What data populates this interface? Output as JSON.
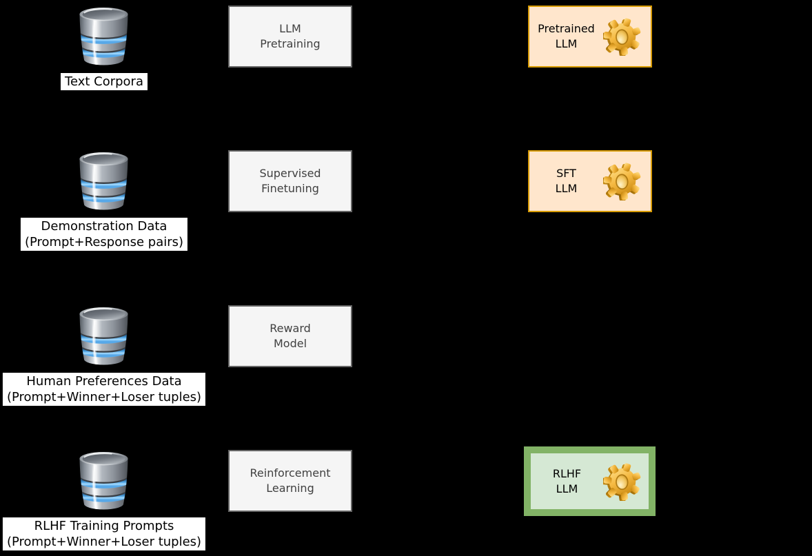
{
  "diagram_name": "RLHF LLM training pipeline",
  "palette": {
    "background": "#000000",
    "process_box_fill": "#f5f5f5",
    "process_box_border": "#666666",
    "model_box_orange_fill": "#ffe6cc",
    "model_box_orange_border": "#d79b00",
    "model_box_green_fill": "#d5e8d4",
    "model_box_green_border": "#82b366",
    "dataset_label_background": "#ffffff",
    "database_icon_blue": "#57a8e8",
    "database_icon_metal": "#9aa1a9",
    "gear_icon_gold": "#f0b429"
  },
  "rows": [
    {
      "dataset_icon": "database-icon",
      "dataset_lines": [
        "Text Corpora"
      ],
      "process_lines": [
        "LLM",
        "Pretraining"
      ],
      "model_lines": [
        "Pretrained",
        "LLM"
      ],
      "model_variant": "orange",
      "model_icon": "gear-icon"
    },
    {
      "dataset_icon": "database-icon",
      "dataset_lines": [
        "Demonstration Data",
        "(Prompt+Response pairs)"
      ],
      "process_lines": [
        "Supervised",
        "Finetuning"
      ],
      "model_lines": [
        "SFT",
        "LLM"
      ],
      "model_variant": "orange",
      "model_icon": "gear-icon"
    },
    {
      "dataset_icon": "database-icon",
      "dataset_lines": [
        "Human Preferences Data",
        "(Prompt+Winner+Loser tuples)"
      ],
      "process_lines": [
        "Reward",
        "Model"
      ]
    },
    {
      "dataset_icon": "database-icon",
      "dataset_lines": [
        "RLHF Training Prompts",
        "(Prompt+Winner+Loser tuples)"
      ],
      "process_lines": [
        "Reinforcement",
        "Learning"
      ],
      "model_lines": [
        "RLHF",
        "LLM"
      ],
      "model_variant": "green",
      "model_icon": "gear-icon"
    }
  ]
}
